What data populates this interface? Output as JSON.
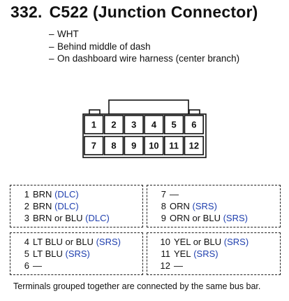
{
  "header": {
    "number": "332.",
    "title": "C522 (Junction Connector)"
  },
  "notes": [
    "WHT",
    "Behind middle of dash",
    "On dashboard wire harness (center branch)"
  ],
  "note_dash": "–",
  "connector": {
    "top_row": [
      "1",
      "2",
      "3",
      "4",
      "5",
      "6"
    ],
    "bottom_row": [
      "7",
      "8",
      "9",
      "10",
      "11",
      "12"
    ]
  },
  "groups": [
    {
      "rows": [
        {
          "pin": "1",
          "wire": "BRN",
          "system": "(DLC)"
        },
        {
          "pin": "2",
          "wire": "BRN",
          "system": "(DLC)"
        },
        {
          "pin": "3",
          "wire": "BRN or BLU",
          "system": "(DLC)"
        }
      ]
    },
    {
      "rows": [
        {
          "pin": "7",
          "wire": "—",
          "system": ""
        },
        {
          "pin": "8",
          "wire": "ORN",
          "system": "(SRS)"
        },
        {
          "pin": "9",
          "wire": "ORN or BLU",
          "system": "(SRS)"
        }
      ]
    },
    {
      "rows": [
        {
          "pin": "4",
          "wire": "LT BLU or BLU",
          "system": "(SRS)"
        },
        {
          "pin": "5",
          "wire": "LT BLU",
          "system": "(SRS)"
        },
        {
          "pin": "6",
          "wire": "—",
          "system": ""
        }
      ]
    },
    {
      "rows": [
        {
          "pin": "10",
          "wire": "YEL or BLU",
          "system": "(SRS)"
        },
        {
          "pin": "11",
          "wire": "YEL",
          "system": "(SRS)"
        },
        {
          "pin": "12",
          "wire": "—",
          "system": ""
        }
      ]
    }
  ],
  "footer": "Terminals grouped together are connected by the same bus bar.",
  "colors": {
    "system_label": "#1f3fae",
    "text": "#111111"
  }
}
